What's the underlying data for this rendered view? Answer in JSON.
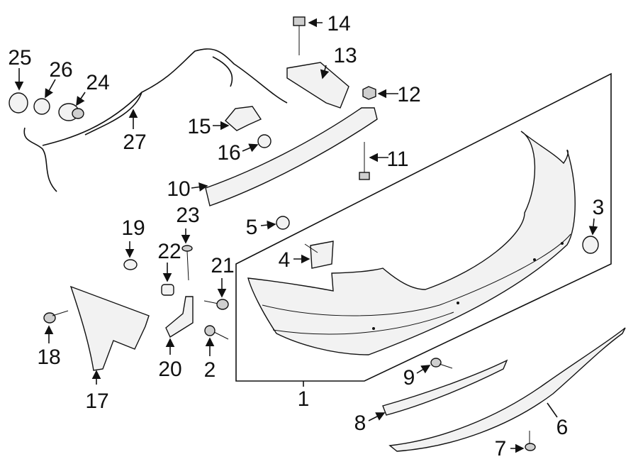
{
  "diagram": {
    "callouts": [
      {
        "id": "p1",
        "number": "1"
      },
      {
        "id": "p2",
        "number": "2"
      },
      {
        "id": "p3",
        "number": "3"
      },
      {
        "id": "p4",
        "number": "4"
      },
      {
        "id": "p5",
        "number": "5"
      },
      {
        "id": "p6",
        "number": "6"
      },
      {
        "id": "p7",
        "number": "7"
      },
      {
        "id": "p8",
        "number": "8"
      },
      {
        "id": "p9",
        "number": "9"
      },
      {
        "id": "p10",
        "number": "10"
      },
      {
        "id": "p11",
        "number": "11"
      },
      {
        "id": "p12",
        "number": "12"
      },
      {
        "id": "p13",
        "number": "13"
      },
      {
        "id": "p14",
        "number": "14"
      },
      {
        "id": "p15",
        "number": "15"
      },
      {
        "id": "p16",
        "number": "16"
      },
      {
        "id": "p17",
        "number": "17"
      },
      {
        "id": "p18",
        "number": "18"
      },
      {
        "id": "p19",
        "number": "19"
      },
      {
        "id": "p20",
        "number": "20"
      },
      {
        "id": "p21",
        "number": "21"
      },
      {
        "id": "p22",
        "number": "22"
      },
      {
        "id": "p23",
        "number": "23"
      },
      {
        "id": "p24",
        "number": "24"
      },
      {
        "id": "p25",
        "number": "25"
      },
      {
        "id": "p26",
        "number": "26"
      },
      {
        "id": "p27",
        "number": "27"
      }
    ]
  }
}
